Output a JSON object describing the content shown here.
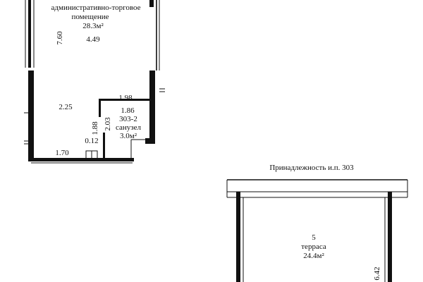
{
  "upper_plan": {
    "room_main": {
      "name_line1": "административно-торговое",
      "name_line2": "помещение",
      "area": "28.3м²"
    },
    "dim_height": "7.60",
    "dim_width_top": "4.49",
    "dim_left_mid": "2.25",
    "dim_partition_len": "1.98",
    "dim_bath_width": "1.86",
    "room_bath": {
      "number": "303-2",
      "name": "санузел",
      "area": "3.0м²"
    },
    "dim_bath_v1": "1.88",
    "dim_bath_v2": "2.03",
    "dim_bottom_left": "1.70",
    "dim_small": "0.12"
  },
  "lower_plan": {
    "ownership": "Принадлежность и.п. 303",
    "room": {
      "number": "5",
      "name": "терраса",
      "area": "24.4м²"
    },
    "dim_side": "6.42"
  }
}
